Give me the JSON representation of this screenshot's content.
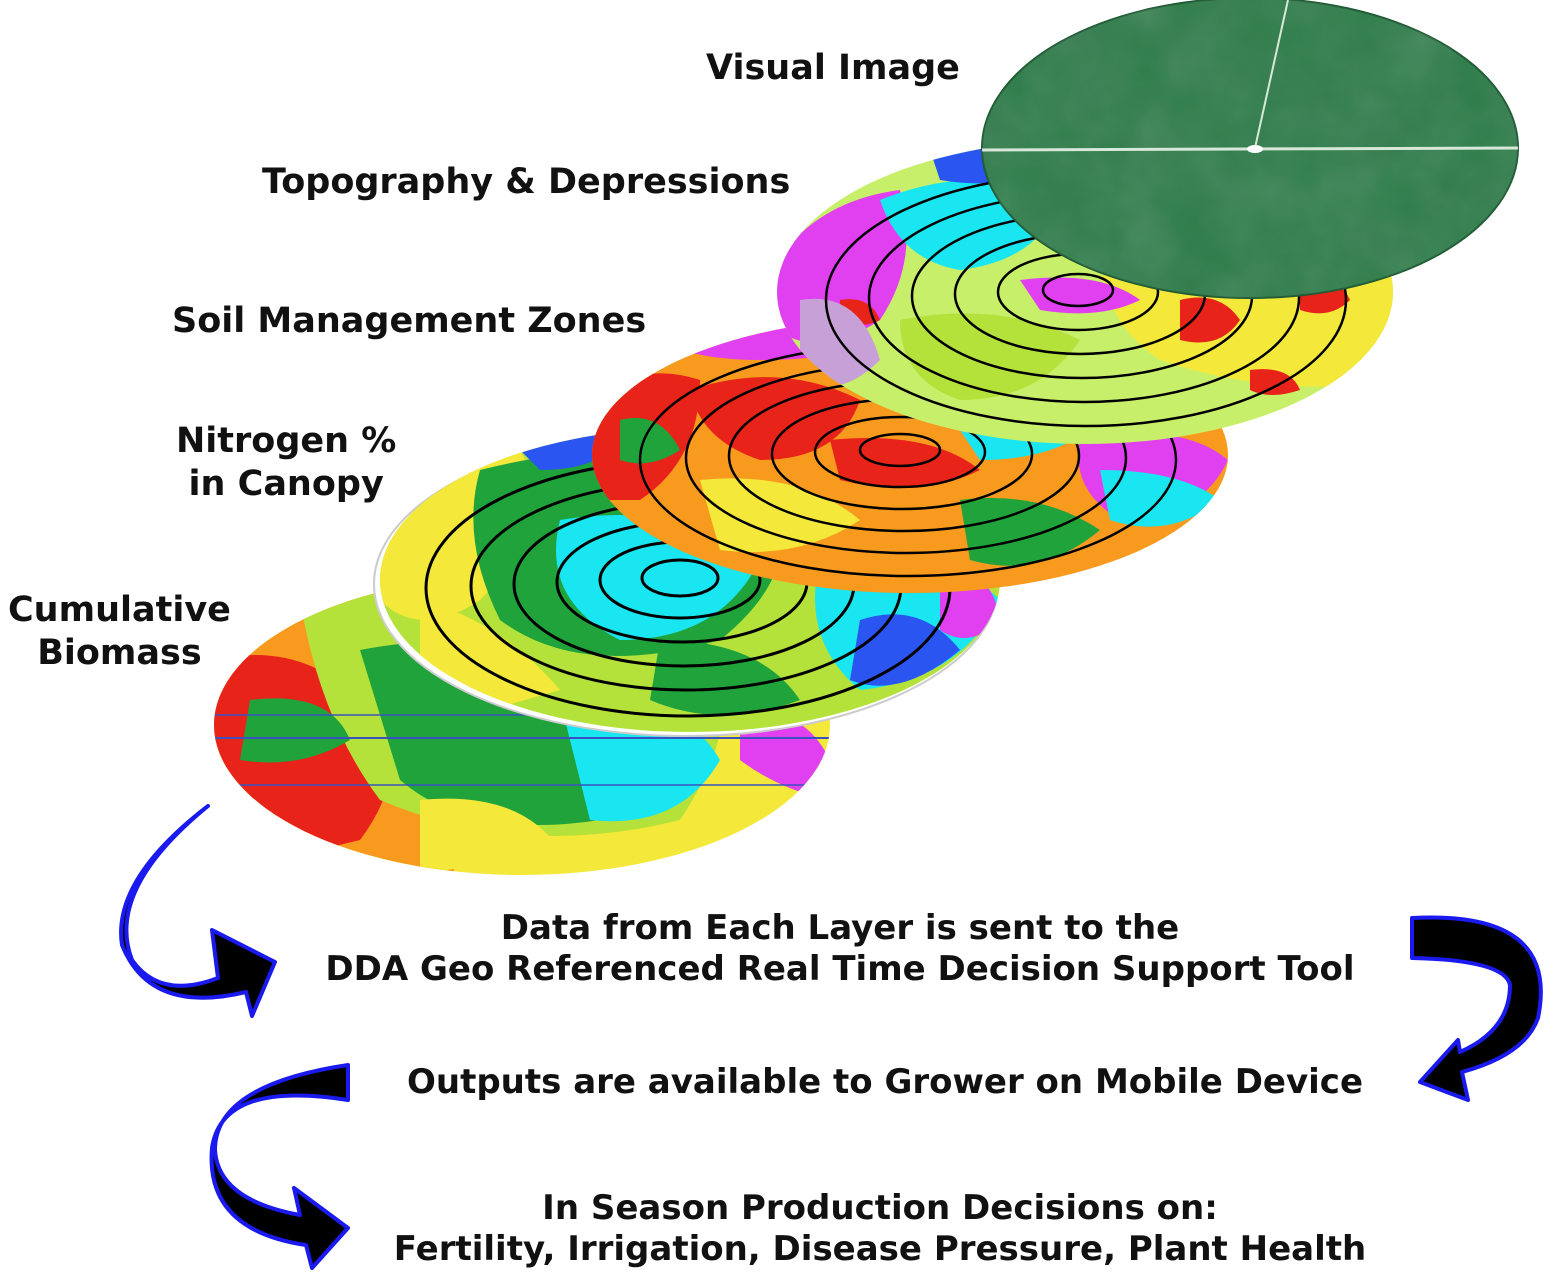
{
  "layers": [
    {
      "id": "biomass",
      "label_lines": [
        "Cumulative",
        "Biomass"
      ]
    },
    {
      "id": "nitrogen",
      "label_lines": [
        "Nitrogen %",
        "in Canopy"
      ]
    },
    {
      "id": "soil",
      "label_lines": [
        "Soil Management Zones"
      ]
    },
    {
      "id": "topography",
      "label_lines": [
        "Topography & Depressions"
      ]
    },
    {
      "id": "visual",
      "label_lines": [
        "Visual Image"
      ]
    }
  ],
  "flow": [
    {
      "lines": [
        "Data from Each Layer is sent to the",
        "DDA Geo Referenced Real Time Decision Support Tool"
      ]
    },
    {
      "lines": [
        "Outputs are available to Grower on Mobile Device"
      ]
    },
    {
      "lines": [
        "In Season Production Decisions on:",
        "Fertility, Irrigation, Disease Pressure, Plant Health"
      ]
    }
  ],
  "colors": {
    "arrow_fill": "#000000",
    "arrow_outline": "#1a1aee",
    "text": "#111111",
    "map_red": "#e8231a",
    "map_orange": "#f79a1e",
    "map_yellow": "#f4e83a",
    "map_lime": "#b5e23a",
    "map_green": "#1fa33a",
    "map_cyan": "#19e6f0",
    "map_blue": "#2a55f0",
    "map_magenta": "#e040f0",
    "visual_green": "#2e7d4a"
  }
}
